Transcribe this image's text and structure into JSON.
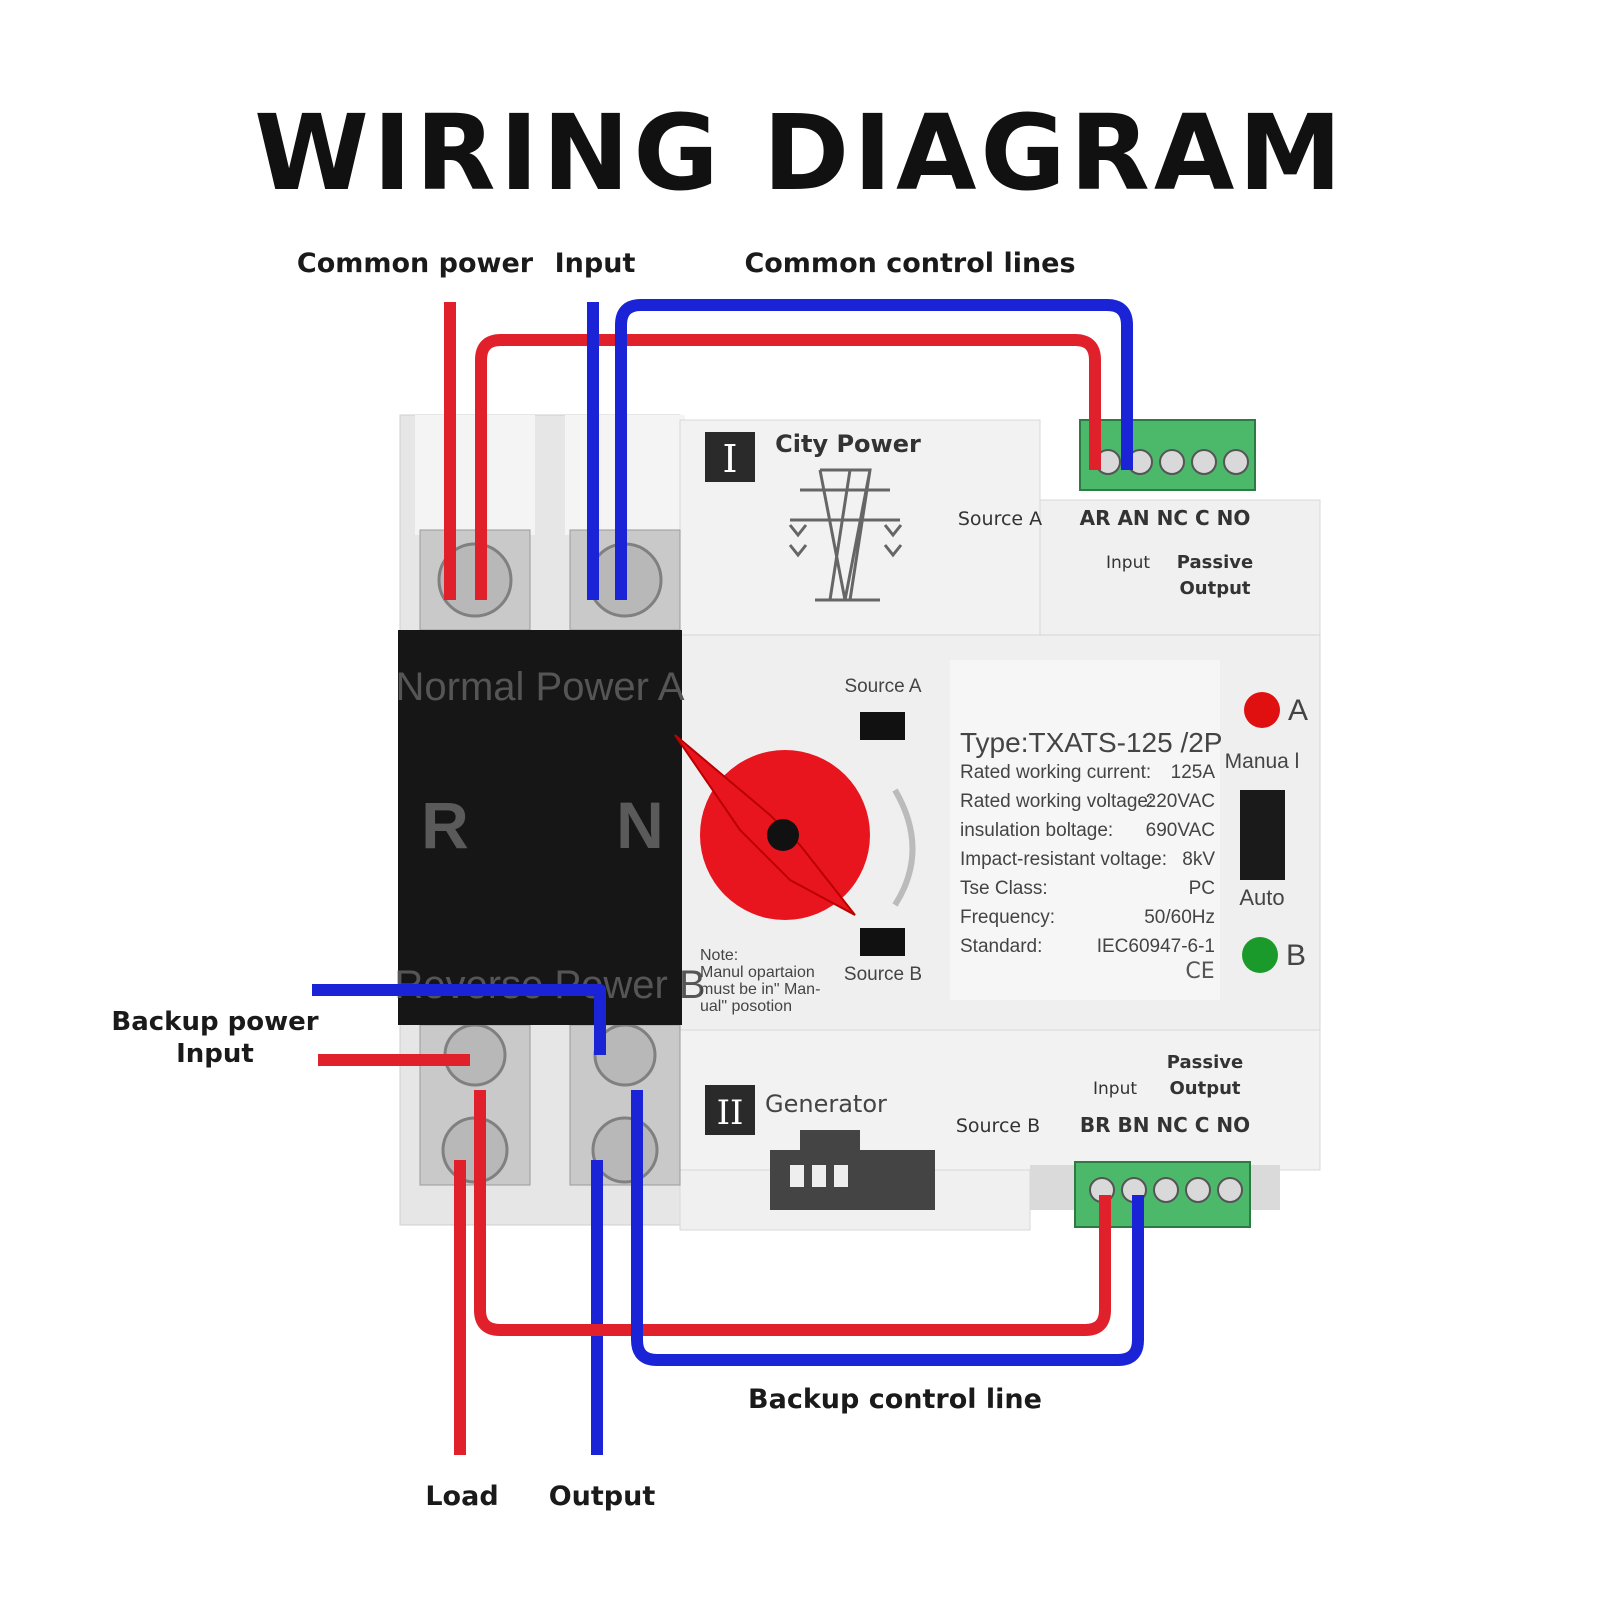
{
  "title": "WIRING DIAGRAM",
  "labels": {
    "common_power": "Common power",
    "input": "Input",
    "common_control_lines": "Common control lines",
    "backup_power_line1": "Backup power",
    "backup_power_line2": "Input",
    "backup_control_line": "Backup control line",
    "load": "Load",
    "output": "Output"
  },
  "device": {
    "source_a_badge": "I",
    "city_power": "City Power",
    "source_a_label": "Source A",
    "top_terminals": "AR AN NC C NO",
    "top_input": "Input",
    "top_passive": "Passive",
    "top_output": "Output",
    "black_top": "Normal Power A",
    "black_r": "R",
    "black_n": "N",
    "black_bottom": "Reverse Power B",
    "window_source_a": "Source A",
    "window_source_b": "Source B",
    "note_line1": "Note:",
    "note_line2": "Manul opartaion",
    "note_line3": "must be in\" Man-",
    "note_line4": "ual\"   posotion",
    "type": "Type:TXATS-125 /2P",
    "specs": [
      {
        "name": "Rated working current:",
        "value": "125A"
      },
      {
        "name": "Rated working voltage:",
        "value": "220VAC"
      },
      {
        "name": "insulation boltage:",
        "value": "690VAC"
      },
      {
        "name": "Impact-resistant voltage:",
        "value": "8kV"
      },
      {
        "name": "Tse  Class:",
        "value": "PC"
      },
      {
        "name": "Frequency:",
        "value": "50/60Hz"
      },
      {
        "name": "Standard:",
        "value": "IEC60947-6-1"
      }
    ],
    "ce_mark": "CE",
    "indicator_a": "A",
    "indicator_b": "B",
    "manual_label": "Manua l",
    "auto_label": "Auto",
    "source_b_badge": "II",
    "generator": "Generator",
    "source_b_label": "Source B",
    "bottom_input": "Input",
    "bottom_passive": "Passive",
    "bottom_output": "Output",
    "bottom_terminals": "BR BN NC C NO"
  },
  "colors": {
    "red_wire": "#e0202a",
    "blue_wire": "#1a24d6",
    "knob_red": "#e8141e",
    "led_red": "#e01010",
    "led_green": "#1a9a2a",
    "terminal_green": "#4cb86a",
    "body_grey": "#ececec"
  }
}
